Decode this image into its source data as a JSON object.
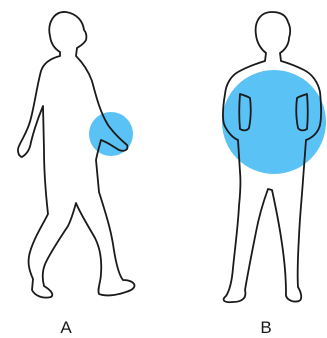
{
  "figure": {
    "highlight_color": "#5bc2f5",
    "outline_color": "#1a1a1a",
    "panels": [
      {
        "label": "A",
        "figure": "walking-person-side-view",
        "highlight": "hand-area"
      },
      {
        "label": "B",
        "figure": "standing-person-front-view",
        "highlight": "torso-area"
      }
    ]
  }
}
